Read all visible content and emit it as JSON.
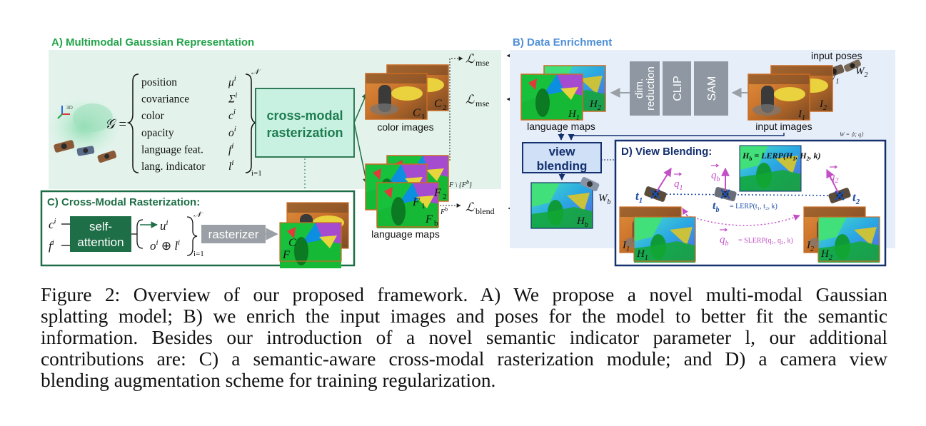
{
  "panel_a": {
    "title": "A) Multimodal Gaussian Representation",
    "icon_label": "3D",
    "g_eq": "𝒢 =",
    "params": [
      {
        "name": "position",
        "sym": "μ"
      },
      {
        "name": "covariance",
        "sym": "Σ"
      },
      {
        "name": "color",
        "sym": "c"
      },
      {
        "name": "opacity",
        "sym": "o"
      },
      {
        "name": "language feat.",
        "sym": "f"
      },
      {
        "name": "lang. indicator",
        "sym": "l"
      }
    ],
    "sup_i": "i",
    "set_upper": "𝒩",
    "set_lower": "i=1",
    "raster_line1": "cross-modal",
    "raster_line2": "rasterization",
    "color_label": "color images",
    "lang_label": "language maps",
    "c1": "C",
    "c1_sub": "1",
    "c2": "C",
    "c2_sub": "2",
    "f1": "F",
    "f1_sub": "1",
    "f2": "F",
    "f2_sub": "2",
    "fb": "F",
    "fb_sub": "b",
    "loss_mse": "ℒ",
    "loss_mse_sub": "mse",
    "loss_blend_sub": "blend",
    "f_minus": "F \\ {F",
    "f_minus_sup": "b",
    "f_minus_end": "}",
    "fb_arrow": "F",
    "fb_arrow_sup": "b"
  },
  "panel_b": {
    "title": "B) Data Enrichment",
    "input_poses": "input poses",
    "input_images": "input images",
    "language_maps": "language maps",
    "dim_line1": "dim.",
    "dim_line2": "reduction",
    "clip": "CLIP",
    "sam": "SAM",
    "view_line1": "view",
    "view_line2": "blending",
    "w_formula": "W = ⟨t; q⟩",
    "h1": "H",
    "h1_sub": "1",
    "h2": "H",
    "h2_sub": "2",
    "hb": "H",
    "hb_sub": "b",
    "i1": "I",
    "i1_sub": "1",
    "i2": "I",
    "i2_sub": "2",
    "w1": "W",
    "w1_sub": "1",
    "w2": "W",
    "w2_sub": "2",
    "wb": "W",
    "wb_sub": "b"
  },
  "panel_c": {
    "title": "C) Cross-Modal Rasterization:",
    "c_in": "c",
    "f_in": "f",
    "sup_i": "i",
    "self_line1": "self-",
    "self_line2": "attention",
    "u_out": "u",
    "o_out": "o",
    "oplus": "⊕",
    "l_out": "l",
    "set_upper": "𝒩",
    "set_lower": "i=1",
    "rasterizer": "rasterizer",
    "out_c": "C",
    "out_f": "F"
  },
  "panel_d": {
    "title": "D) View Blending:",
    "hb_eq": "H",
    "hb_eq_sub": "b",
    "hb_eq_rest": " = LERP(H",
    "hb_eq_1": "1",
    "hb_eq_mid": ", H",
    "hb_eq_2": "2",
    "hb_eq_end": ", k)",
    "t1": "t",
    "t1_sub": "1",
    "t2": "t",
    "t2_sub": "2",
    "tb": "t",
    "tb_sub": "b",
    "tb_eq": "= LERP(t₁, t₂, k)",
    "q1": "q",
    "q1_sub": "1",
    "q2": "q",
    "q2_sub": "2",
    "qb": "q",
    "qb_sub": "b",
    "qb_eq": "= SLERP(q₁, q₂, k)",
    "i1": "I",
    "i1_sub": "1",
    "h1": "H",
    "h1_sub": "1",
    "i2": "I",
    "i2_sub": "2",
    "h2": "H",
    "h2_sub": "2"
  },
  "caption": {
    "lines": [
      "Figure 2:  Overview of our proposed framework.  A) We propose a novel multi-modal Gaussian",
      "splatting model; B) we enrich the input images and poses for the model to better fit the semantic",
      "information.  Besides our introduction of a novel semantic indicator parameter l, our additional",
      "contributions are:  C) a semantic-aware cross-modal rasterization module; and D) a camera view",
      "blending augmentation scheme for training regularization."
    ]
  },
  "colors": {
    "green_title": "#22a34a",
    "blue_title": "#4f8fd6",
    "panel_a_bg": "#e3f3ec",
    "panel_b_bg": "#e6eefa",
    "dark_green": "#1e6e47",
    "raster_fill": "#c9f1e2",
    "raster_text": "#1d7d4f",
    "navy": "#14306e",
    "view_fill": "#cfe0f7",
    "gray_box": "#8e97a2",
    "magenta": "#c34fc6",
    "cam_blue": "#1f4fa8"
  }
}
